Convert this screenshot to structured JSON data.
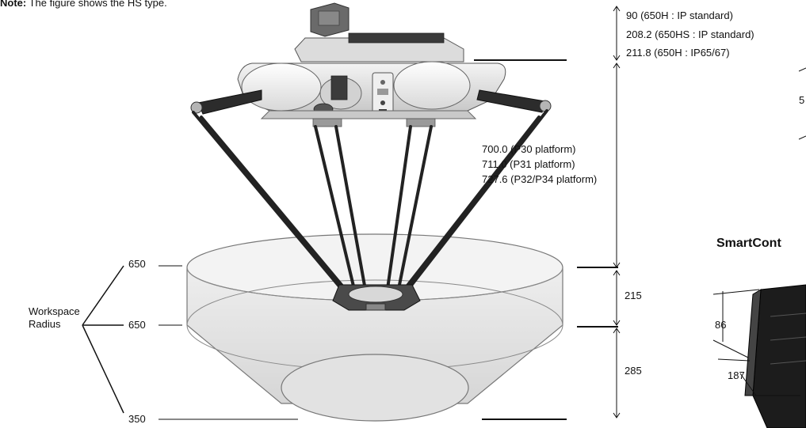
{
  "note": {
    "prefix": "Note:",
    "text": " The figure shows the HS type."
  },
  "top_dims": [
    "90 (650H : IP standard)",
    "208.2 (650HS : IP standard)",
    "211.8 (650H : IP65/67)"
  ],
  "height_dims": [
    "700.0 (P30 platform)",
    "711.0 (P31 platform)",
    "727.6 (P32/P34 platform)"
  ],
  "workspace": {
    "label_line1": "Workspace",
    "label_line2": "Radius",
    "r_top": "650",
    "r_mid": "650",
    "r_bot": "350"
  },
  "vertical_dims": {
    "upper": "215",
    "lower": "285"
  },
  "right_panel": {
    "dim_cut": "5",
    "smart_title": "SmartCont",
    "dim_86": "86",
    "dim_187": "187"
  }
}
